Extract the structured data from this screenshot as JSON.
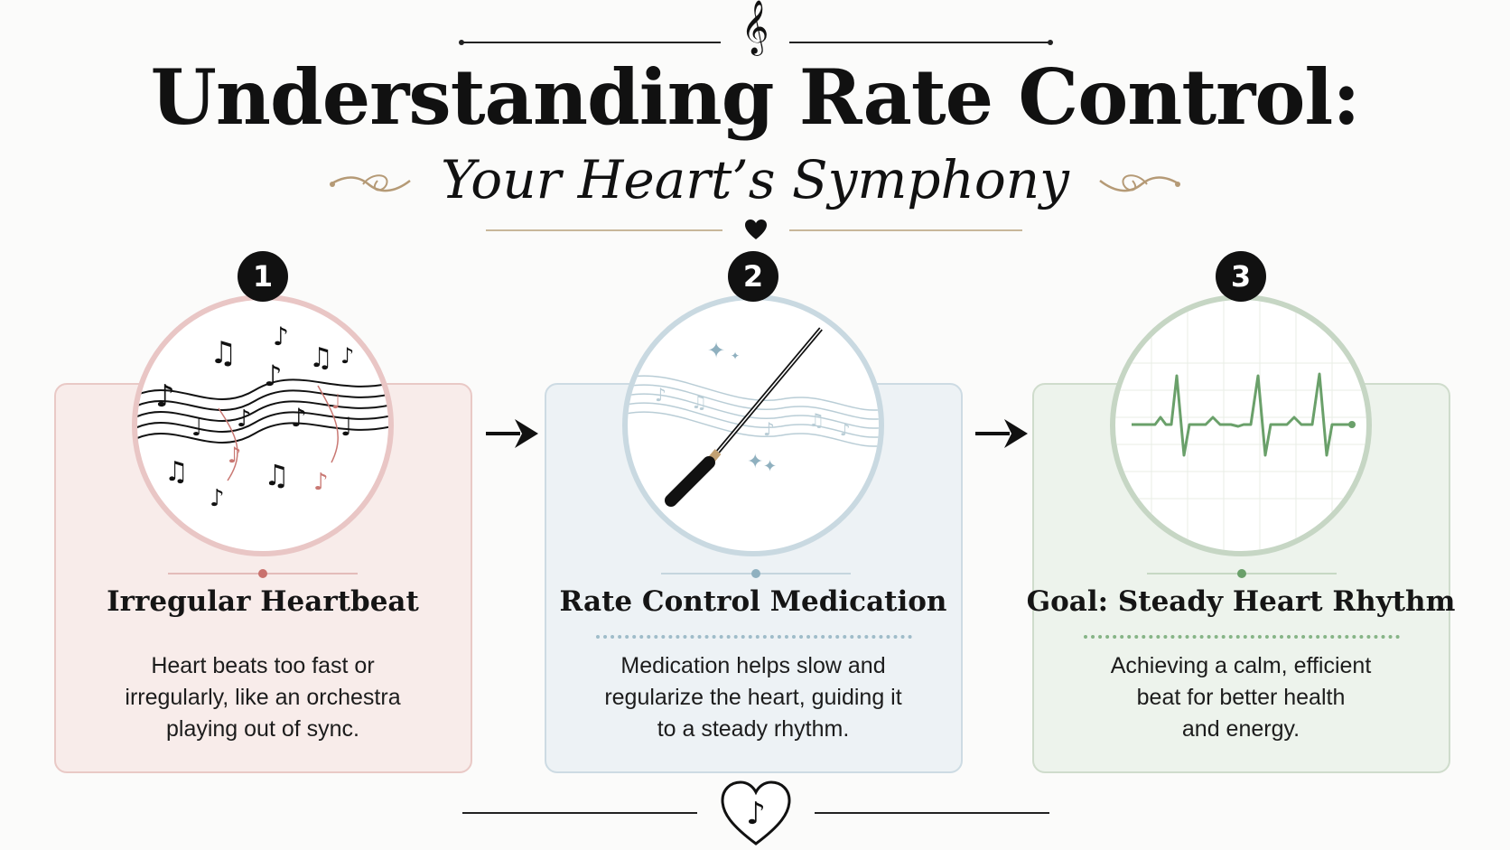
{
  "header": {
    "title": "Understanding Rate Control:",
    "subtitle": "Your Heart’s Symphony"
  },
  "steps": [
    {
      "number": "1",
      "title": "Irregular Heartbeat",
      "body": [
        "Heart beats too fast or",
        "irregularly, like an orchestra",
        "playing out of sync."
      ],
      "accent": "#c9716d",
      "icon": "chaotic-music-notes-icon"
    },
    {
      "number": "2",
      "title": "Rate Control Medication",
      "body": [
        "Medication helps slow and",
        "regularize the heart, guiding it",
        "to a steady rhythm."
      ],
      "accent": "#8fb0bf",
      "icon": "conductor-baton-icon"
    },
    {
      "number": "3",
      "title": "Goal: Steady Heart Rhythm",
      "body": [
        "Achieving a calm, efficient",
        "beat for better health",
        "and energy."
      ],
      "accent": "#6aa06a",
      "icon": "ecg-heartbeat-icon"
    }
  ],
  "icons": {
    "header": "treble-clef-icon",
    "title_separator": "heart-icon",
    "footer": "heart-music-note-icon",
    "arrows": "arrow-right-icon"
  }
}
